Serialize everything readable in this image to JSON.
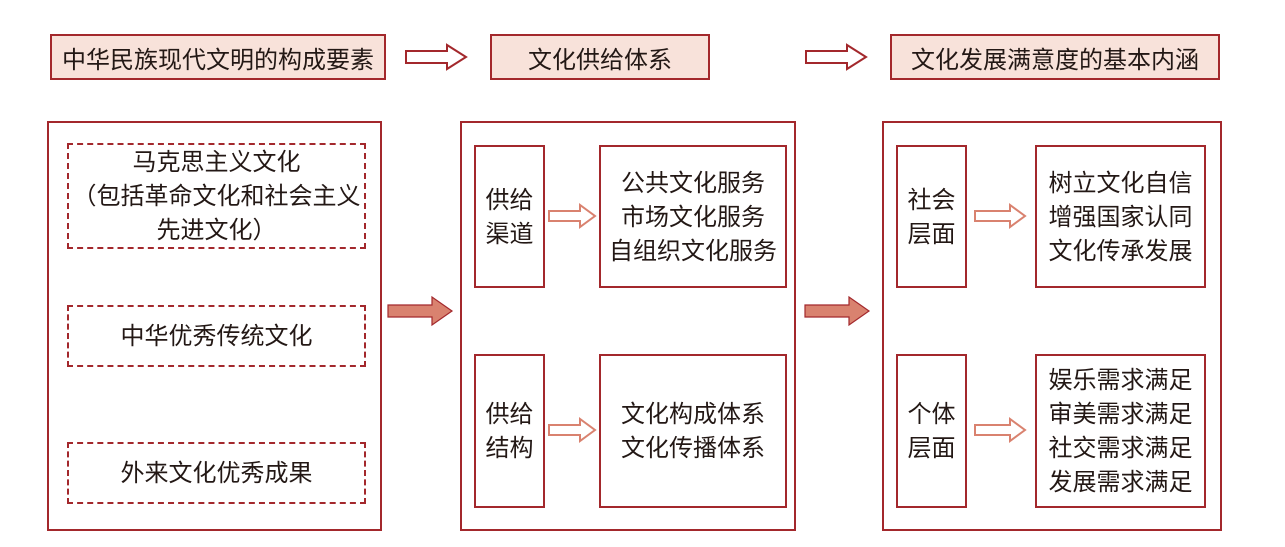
{
  "headers": [
    "中华民族现代文明的构成要素",
    "文化供给体系",
    "文化发展满意度的基本内涵"
  ],
  "left_panel": {
    "items": [
      [
        "马克思主义文化",
        "（包括革命文化和社会主义",
        "先进文化）"
      ],
      [
        "中华优秀传统文化"
      ],
      [
        "外来文化优秀成果"
      ]
    ]
  },
  "middle_panel": {
    "rows": [
      {
        "label": [
          "供给",
          "渠道"
        ],
        "content": [
          "公共文化服务",
          "市场文化服务",
          "自组织文化服务"
        ]
      },
      {
        "label": [
          "供给",
          "结构"
        ],
        "content": [
          "文化构成体系",
          "文化传播体系"
        ]
      }
    ]
  },
  "right_panel": {
    "rows": [
      {
        "label": [
          "社会",
          "层面"
        ],
        "content": [
          "树立文化自信",
          "增强国家认同",
          "文化传承发展"
        ]
      },
      {
        "label": [
          "个体",
          "层面"
        ],
        "content": [
          "娱乐需求满足",
          "审美需求满足",
          "社交需求满足",
          "发展需求满足"
        ]
      }
    ]
  },
  "colors": {
    "border": "#a3282c",
    "header_fill": "#f8e2da",
    "solid_arrow_fill": "#d9826f",
    "hollow_arrow_stroke": "#d9826f"
  }
}
